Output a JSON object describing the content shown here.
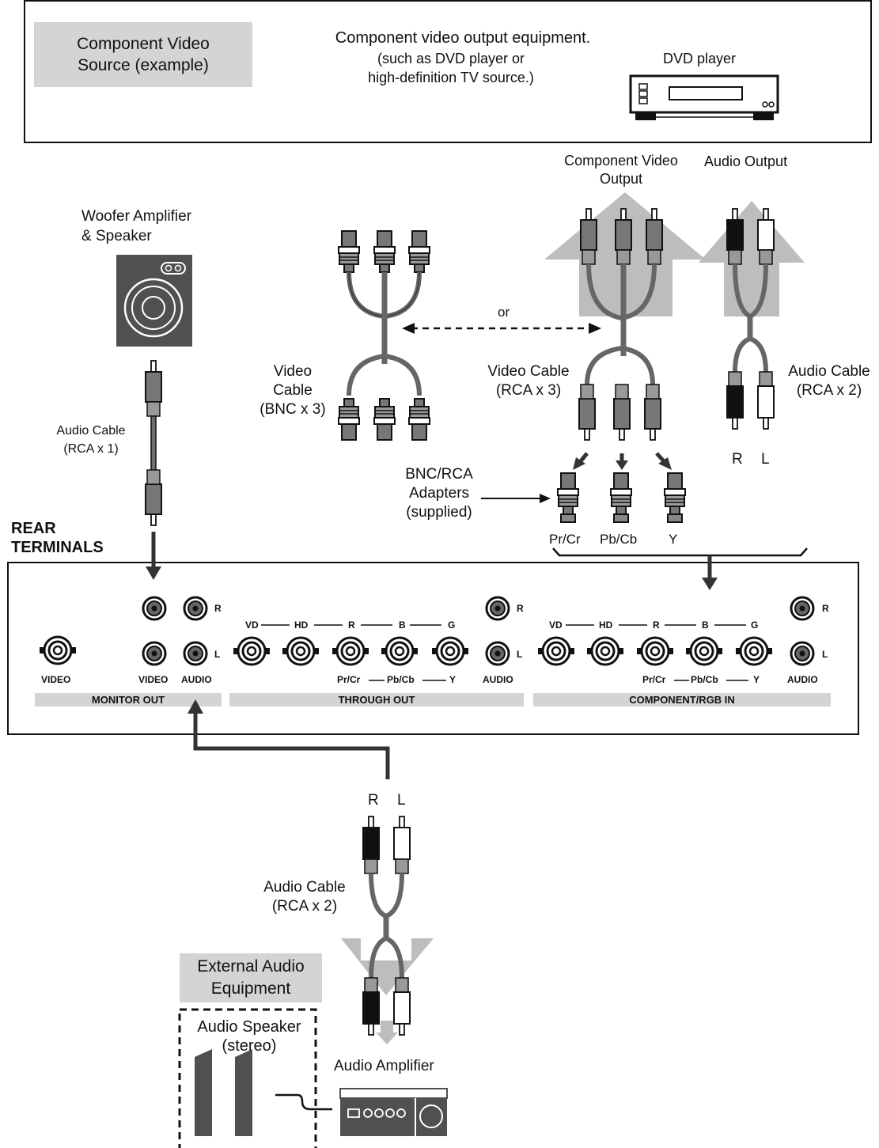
{
  "source": {
    "label": "Component Video Source (example)",
    "line1": "Component video output equipment.",
    "line2": "(such as DVD player or",
    "line3": "high-definition TV source.)",
    "device_label": "DVD player"
  },
  "outputs": {
    "component_video_output": "Component Video Output",
    "audio_output": "Audio Output"
  },
  "woofer": {
    "label_line1": "Woofer Amplifier",
    "label_line2": "& Speaker",
    "cable_line1": "Audio Cable",
    "cable_line2": "(RCA x 1)"
  },
  "cables": {
    "or": "or",
    "bnc_line1": "Video",
    "bnc_line2": "Cable",
    "bnc_line3": "(BNC x 3)",
    "rca_video_line1": "Video Cable",
    "rca_video_line2": "(RCA x 3)",
    "audio_line1": "Audio Cable",
    "audio_line2": "(RCA x 2)",
    "audio_r": "R",
    "audio_l": "L"
  },
  "adapters": {
    "line1": "BNC/RCA",
    "line2": "Adapters",
    "line3": "(supplied)",
    "pr": "Pr/Cr",
    "pb": "Pb/Cb",
    "y": "Y"
  },
  "rear": {
    "title_line1": "REAR",
    "title_line2": "TERMINALS",
    "monitor_out": "MONITOR OUT",
    "through_out": "THROUGH OUT",
    "component_in": "COMPONENT/RGB IN",
    "video": "VIDEO",
    "video2": "VIDEO",
    "audio": "AUDIO",
    "audio2": "AUDIO",
    "audio3": "AUDIO",
    "r": "R",
    "l": "L",
    "vd": "VD",
    "hd": "HD",
    "rr": "R",
    "b": "B",
    "g": "G",
    "prcr": "Pr/Cr",
    "pbcb": "Pb/Cb",
    "yy": "Y"
  },
  "external": {
    "r": "R",
    "l": "L",
    "cable_line1": "Audio Cable",
    "cable_line2": "(RCA x 2)",
    "box_line1": "External Audio",
    "box_line2": "Equipment",
    "speaker_line1": "Audio Speaker",
    "speaker_line2": "(stereo)",
    "amplifier": "Audio Amplifier"
  },
  "colors": {
    "gray_fill": "#d4d4d4",
    "arrow_gray": "#bdbdbd",
    "cable": "#6e6e6e",
    "ink": "#111111"
  }
}
